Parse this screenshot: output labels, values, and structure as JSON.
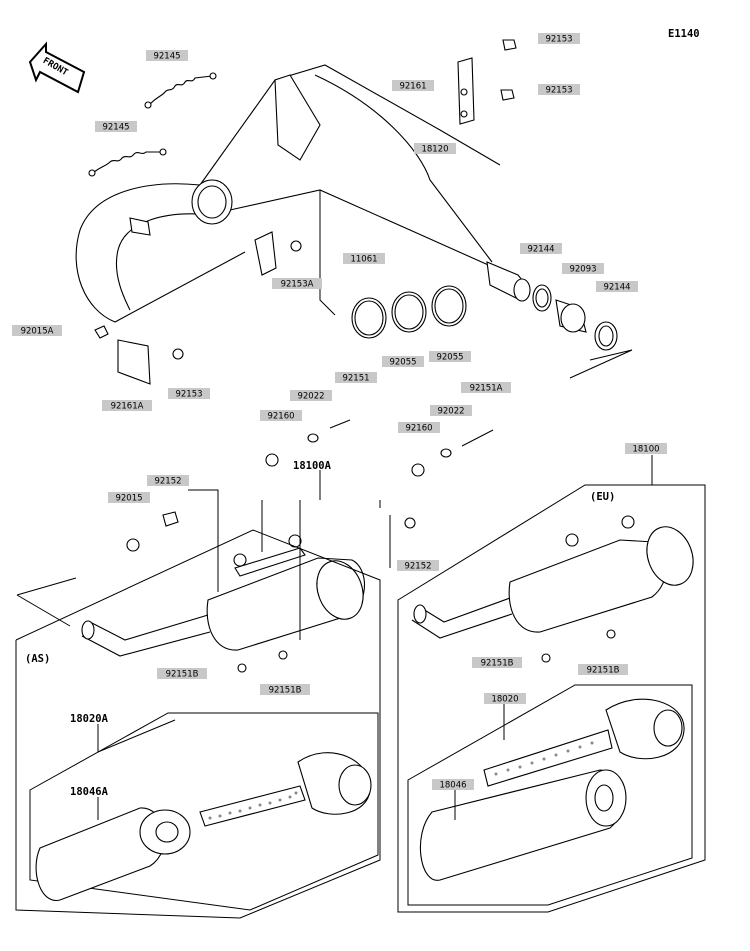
{
  "diagram_code": "E1140",
  "front_label": "FRONT",
  "variant_labels": {
    "as": "(AS)",
    "eu": "(EU)"
  },
  "bold_labels": {
    "muffler_as": "18100A",
    "silencer_as": "18020A",
    "insert_as": "18046A"
  },
  "parts": [
    {
      "id": "92153",
      "ref": "p92153a"
    },
    {
      "id": "92153",
      "ref": "p92153b"
    },
    {
      "id": "92161",
      "ref": "p92161"
    },
    {
      "id": "18120",
      "ref": "p18120"
    },
    {
      "id": "92145",
      "ref": "p92145a"
    },
    {
      "id": "92145",
      "ref": "p92145b"
    },
    {
      "id": "92153A",
      "ref": "p92153A"
    },
    {
      "id": "11061",
      "ref": "p11061"
    },
    {
      "id": "92144",
      "ref": "p92144a"
    },
    {
      "id": "92093",
      "ref": "p92093"
    },
    {
      "id": "92144",
      "ref": "p92144b"
    },
    {
      "id": "92015A",
      "ref": "p92015A"
    },
    {
      "id": "92055",
      "ref": "p92055a"
    },
    {
      "id": "92055",
      "ref": "p92055b"
    },
    {
      "id": "92153",
      "ref": "p92153c"
    },
    {
      "id": "92161A",
      "ref": "p92161A"
    },
    {
      "id": "92151",
      "ref": "p92151"
    },
    {
      "id": "92151A",
      "ref": "p92151A"
    },
    {
      "id": "92022",
      "ref": "p92022a"
    },
    {
      "id": "92022",
      "ref": "p92022b"
    },
    {
      "id": "92160",
      "ref": "p92160a"
    },
    {
      "id": "92160",
      "ref": "p92160b"
    },
    {
      "id": "18100",
      "ref": "p18100"
    },
    {
      "id": "92152",
      "ref": "p92152a"
    },
    {
      "id": "92015",
      "ref": "p92015"
    },
    {
      "id": "92152",
      "ref": "p92152b"
    },
    {
      "id": "92151B",
      "ref": "p92151Ba"
    },
    {
      "id": "92151B",
      "ref": "p92151Bb"
    },
    {
      "id": "92151B",
      "ref": "p92151Bc"
    },
    {
      "id": "92151B",
      "ref": "p92151Bd"
    },
    {
      "id": "18020",
      "ref": "p18020"
    },
    {
      "id": "18046",
      "ref": "p18046"
    }
  ]
}
